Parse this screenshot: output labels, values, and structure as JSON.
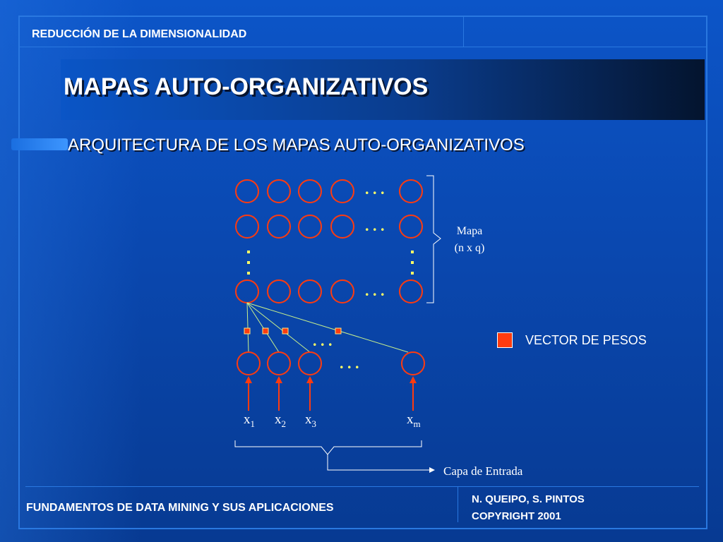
{
  "header": {
    "section": "REDUCCIÓN DE LA DIMENSIONALIDAD",
    "title": "MAPAS AUTO-ORGANIZATIVOS",
    "subtitle": "ARQUITECTURA DE LOS MAPAS AUTO-ORGANIZATIVOS"
  },
  "diagram": {
    "map_label_line1": "Mapa",
    "map_label_line2": "(n x q)",
    "input_layer_label": "Capa de Entrada",
    "ellipsis": ". . .",
    "inputs": [
      {
        "base": "x",
        "sub": "1"
      },
      {
        "base": "x",
        "sub": "2"
      },
      {
        "base": "x",
        "sub": "3"
      },
      {
        "base": "x",
        "sub": "m"
      }
    ],
    "colors": {
      "neuron": "#ff3b0f",
      "weight": "#ff3b0f",
      "connection": "#c8f08c",
      "dots": "#ffff66",
      "bracket": "#ffffff"
    }
  },
  "legend": {
    "label": "VECTOR DE PESOS"
  },
  "footer": {
    "course": "FUNDAMENTOS DE DATA MINING Y SUS APLICACIONES",
    "authors": "N. QUEIPO, S. PINTOS",
    "copyright": "COPYRIGHT 2001"
  }
}
